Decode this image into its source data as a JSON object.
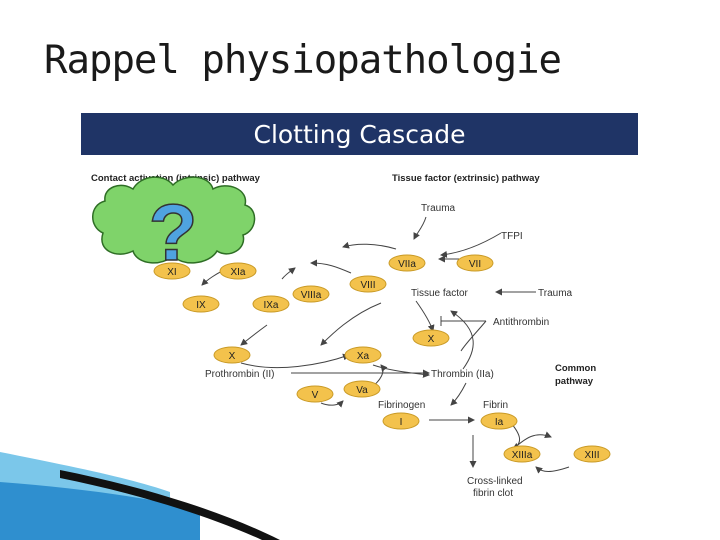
{
  "slide": {
    "title": "Rappel physiopathologie"
  },
  "figure": {
    "banner_title": "Clotting Cascade",
    "headers": {
      "intrinsic": "Contact activation (intrinsic) pathway",
      "extrinsic": "Tissue factor (extrinsic) pathway",
      "common": [
        "Common",
        "pathway"
      ]
    },
    "callout_mark": "?",
    "factors": [
      "XI",
      "XIa",
      "IX",
      "IXa",
      "VIIIa",
      "VIII",
      "X",
      "Xa",
      "V",
      "Va",
      "VIIa",
      "VII",
      "X",
      "I",
      "Ia",
      "XIIIa",
      "XIII"
    ],
    "labels": {
      "trauma_top": "Trauma",
      "tfpi": "TFPI",
      "tissue_factor": "Tissue factor",
      "trauma_right": "Trauma",
      "antithrombin": "Antithrombin",
      "prothrombin": "Prothrombin (II)",
      "thrombin": "Thrombin (IIa)",
      "fibrinogen": "Fibrinogen",
      "fibrin": "Fibrin",
      "clot": [
        "Cross-linked",
        "fibrin clot"
      ]
    },
    "colors": {
      "banner": "#1f3466",
      "factor_fill": "#f3c24c",
      "factor_stroke": "#c99a26",
      "cloud_fill": "#7fd36a",
      "cloud_stroke": "#2e6e25",
      "question_fill": "#4fa3e0",
      "arrow": "#444444"
    }
  }
}
